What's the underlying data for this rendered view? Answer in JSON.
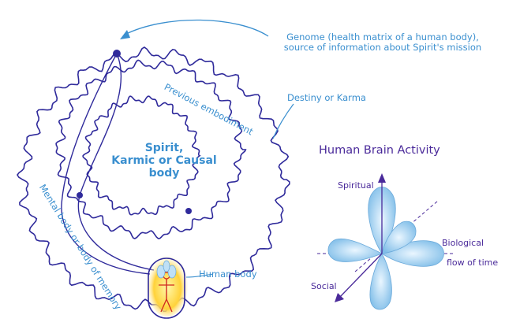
{
  "labels": {
    "genome_line1": "Genome (health matrix of a human body),",
    "genome_line2": "source of information about Spirit's mission",
    "previous_embodiment": "Previous embodiment",
    "destiny": "Destiny or Karma",
    "center_line1": "Spirit,",
    "center_line2": "Karmic or Causal",
    "center_line3": "body",
    "mental_body": "Mental body or body of memory",
    "human_body": "Human body"
  },
  "brain": {
    "title": "Human Brain Activity",
    "axis_spiritual": "Spiritual",
    "axis_biological": "Biological",
    "axis_time": "flow of time",
    "axis_social": "Social"
  },
  "colors": {
    "spiral": "#2f2a9b",
    "label_blue": "#3a8fcf",
    "brain_purple": "#4a2a9a",
    "petal_fill": "#9fd0ef"
  }
}
